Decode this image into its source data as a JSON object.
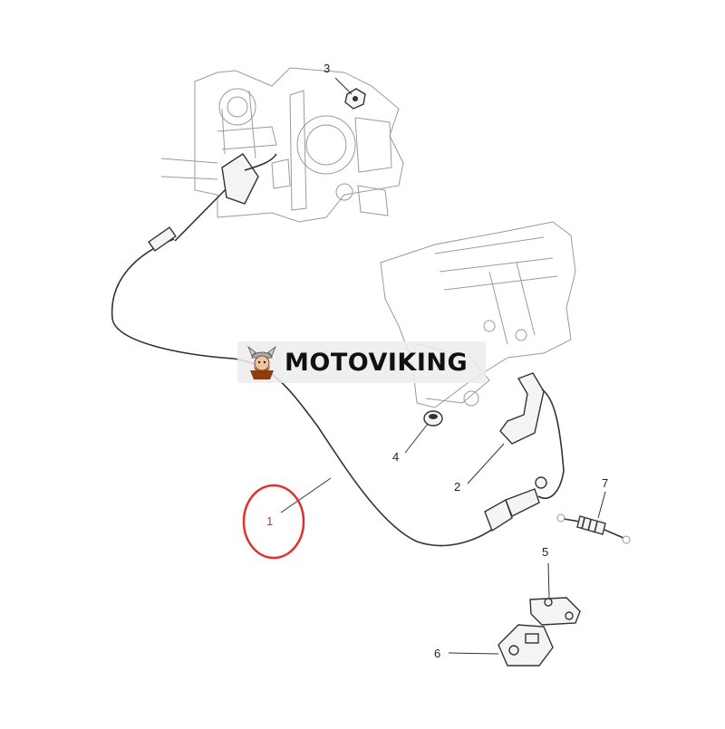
{
  "brand": {
    "name": "MOTOVIKING",
    "logo_icon": "viking-logo-icon"
  },
  "callouts": {
    "c1": "1",
    "c2": "2",
    "c3": "3",
    "c4": "4",
    "c5": "5",
    "c6": "6",
    "c7": "7"
  },
  "highlight": {
    "target_callout": "1",
    "color": "#e0312f"
  },
  "colors": {
    "line_art": "#333333",
    "background_sketch": "#9a9a9a",
    "callout_1_text": "#c0392b"
  }
}
